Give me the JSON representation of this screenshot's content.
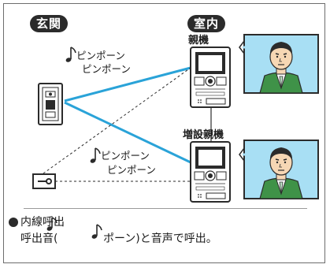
{
  "labels": {
    "entrance": "玄関",
    "indoor": "室内",
    "main_unit": "親機",
    "extension_unit": "増設親機"
  },
  "chimes": {
    "top": [
      "ピンポーン",
      "ピンポーン"
    ],
    "bottom": [
      "ピンポーン",
      "ピンポーン"
    ]
  },
  "caption": {
    "line1": "内線呼出",
    "line2_prefix": "呼出音(",
    "line2_suffix": "ポーン)と音声で呼出。"
  },
  "colors": {
    "wire": "#2aa3d8",
    "dark": "#2b2b2b",
    "screen_bg": "#a8dff4",
    "face": "#f6d7b4",
    "suit": "#3f9248",
    "tie": "#bfe3c8"
  },
  "icons": [
    "music-note-icon",
    "lock-key-icon",
    "bullet-icon"
  ]
}
